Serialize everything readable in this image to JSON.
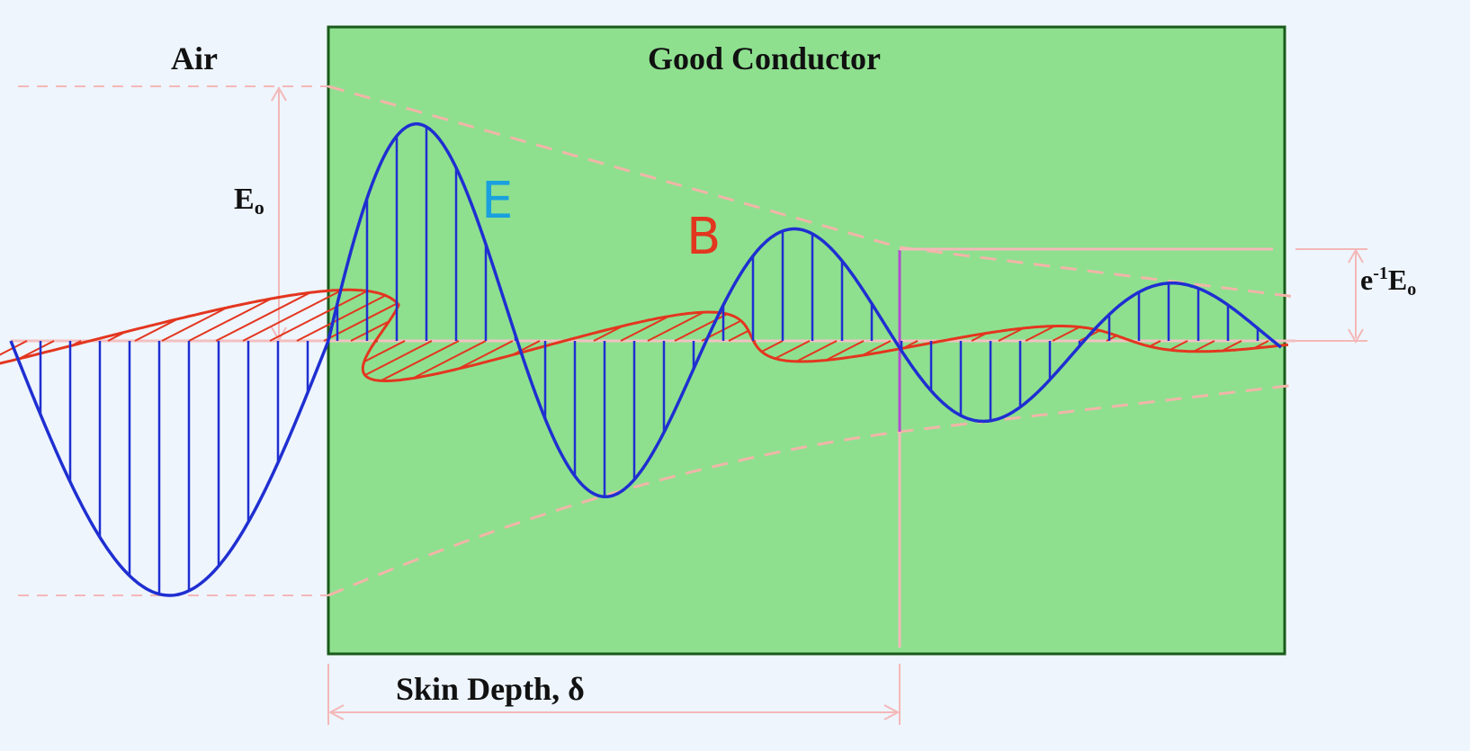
{
  "labels": {
    "air": "Air",
    "conductor": "Good Conductor",
    "e0": "E",
    "e0_sub": "o",
    "e_wave": "E",
    "b_wave": "B",
    "decayed_amplitude_prefix": "e",
    "decayed_amplitude_exp": "-1",
    "decayed_amplitude_main": "E",
    "decayed_amplitude_sub": "o",
    "skin_depth": "Skin Depth, δ"
  },
  "colors": {
    "background": "#eef5fd",
    "conductor_fill": "#8ee08f",
    "conductor_border": "#1a5a1a",
    "e_wave": "#1f2fd1",
    "e_label": "#1aa0de",
    "b_wave": "#e3361f",
    "envelope": "#f4b8b8",
    "skin_depth_marker": "#b14fcf"
  }
}
